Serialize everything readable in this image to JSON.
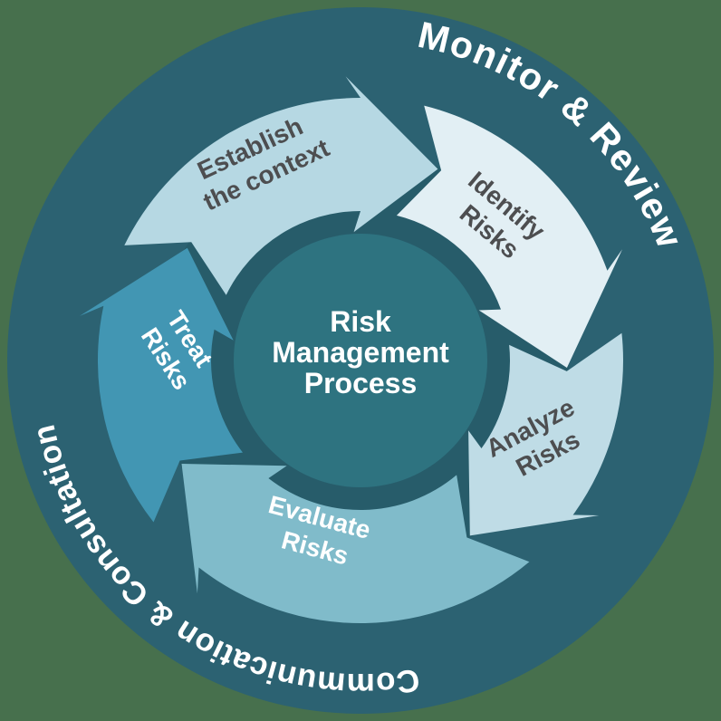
{
  "background_color": "#47704d",
  "diagram": {
    "outer_circle_color": "#2c6272",
    "shadow_disc_color": "#275c6a",
    "center_circle_color": "#2e7380",
    "center_label": {
      "line1": "Risk",
      "line2": "Management",
      "line3": "Process",
      "color": "#ffffff"
    },
    "ring_labels": {
      "top": {
        "text": "Monitor & Review",
        "color": "#ffffff"
      },
      "bottom": {
        "text": "Communication & Consultation",
        "color": "#ffffff"
      }
    },
    "steps": [
      {
        "id": "establish-the-context",
        "line1": "Establish",
        "line2": "the context",
        "arrow_color": "#b6d8e3",
        "text_color": "#4d4e50"
      },
      {
        "id": "identify-risks",
        "line1": "Identify",
        "line2": "Risks",
        "arrow_color": "#e2eff4",
        "text_color": "#4d4e50"
      },
      {
        "id": "analyze-risks",
        "line1": "Analyze",
        "line2": "Risks",
        "arrow_color": "#bfdce6",
        "text_color": "#4d4e50"
      },
      {
        "id": "evaluate-risks",
        "line1": "Evaluate",
        "line2": "Risks",
        "arrow_color": "#80bbca",
        "text_color": "#ffffff"
      },
      {
        "id": "treat-risks",
        "line1": "Treat",
        "line2": "Risks",
        "arrow_color": "#4296b3",
        "text_color": "#ffffff"
      }
    ]
  }
}
